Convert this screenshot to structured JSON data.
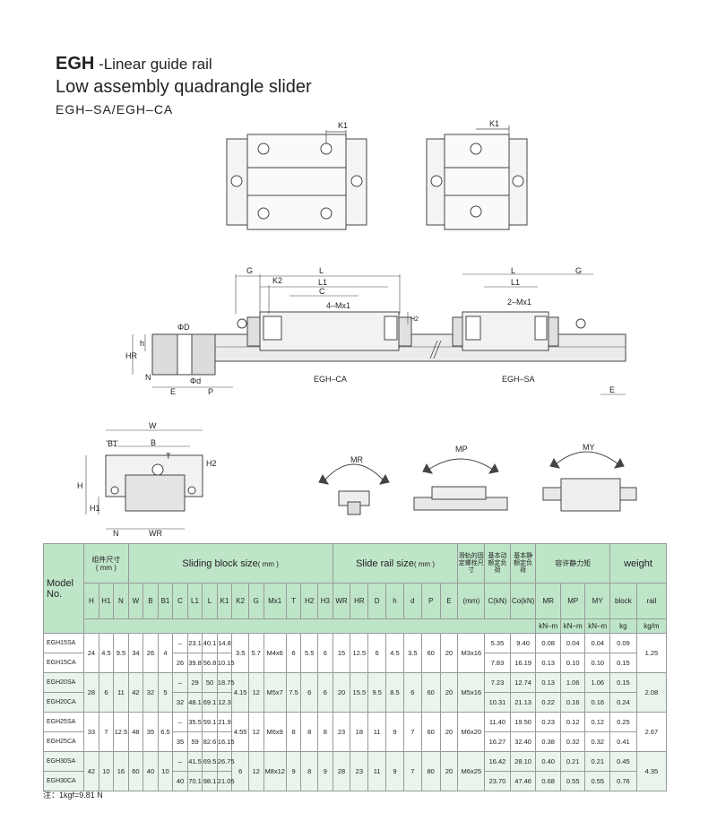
{
  "header": {
    "model": "EGH",
    "model_desc": " -Linear guide rail",
    "subtitle": "Low assembly quadrangle slider",
    "codes": "EGH–SA/EGH–CA"
  },
  "drawing": {
    "top_view_label_1": "K1",
    "top_view_label_2": "K1",
    "side": {
      "g_left": "G",
      "k2": "K2",
      "l": "L",
      "l1": "L1",
      "c": "C",
      "mx_ca": "4–Mx1",
      "h2": "H2",
      "phi_D": "ΦD",
      "h": "h",
      "hr": "HR",
      "phi_d": "Φd",
      "n": "N",
      "e_left": "E",
      "p": "P",
      "ca": "EGH–CA",
      "l_r": "L",
      "l1_r": "L1",
      "mx_sa": "2–Mx1",
      "g_right": "G",
      "sa": "EGH–SA",
      "e_right": "E"
    },
    "front": {
      "w": "W",
      "b1": "B1",
      "b": "B",
      "t": "T",
      "h2": "H2",
      "h": "H",
      "h1": "H1",
      "n": "N",
      "wr": "WR"
    },
    "moments": {
      "mr": "MR",
      "mp": "MP",
      "my": "MY"
    }
  },
  "table": {
    "h_model": "Model\nNo.",
    "h_assembly_cn": "组件尺寸",
    "h_assembly_unit": "( mm )",
    "h_sliding": "Sliding block size",
    "h_sliding_unit": "( mm )",
    "h_rail": "Slide rail size",
    "h_rail_unit": "( mm )",
    "h_bolt_cn": "滑轨的固定螺栓尺寸",
    "h_dyn_cn": "基本动额定负荷",
    "h_static_cn": "基本静额定负荷",
    "h_moment_cn": "容许静力矩",
    "h_weight": "weight",
    "h_block": "block",
    "h_rail_w": "rail",
    "sub_cols": [
      "H",
      "H1",
      "N",
      "W",
      "B",
      "B1",
      "C",
      "L1",
      "L",
      "K1",
      "K2",
      "G",
      "Mx1",
      "T",
      "H2",
      "H3",
      "WR",
      "HR",
      "D",
      "h",
      "d",
      "P",
      "E",
      "(mm)",
      "C(kN)",
      "Co(kN)",
      "MR",
      "MP",
      "MY"
    ],
    "units": {
      "moment": "kN–m",
      "block": "kg",
      "rail": "kg/m"
    },
    "rows": [
      {
        "model": "EGH15SA",
        "H": "24",
        "H1": "4.5",
        "N": "9.5",
        "W": "34",
        "B": "26",
        "B1": "4",
        "C": "–",
        "L1": "23.1",
        "L": "40.1",
        "K1": "14.8",
        "K2": "3.5",
        "G": "5.7",
        "Mx": "M4x6",
        "T": "6",
        "H2": "5.5",
        "H3": "6",
        "WR": "15",
        "HR": "12.5",
        "D": "6",
        "h": "4.5",
        "d": "3.5",
        "P": "60",
        "E": "20",
        "bolt": "M3x16",
        "C_kN": "5.35",
        "Co_kN": "9.40",
        "MR": "0.08",
        "MP": "0.04",
        "MY": "0.04",
        "block": "0.09",
        "rail": "1.25"
      },
      {
        "model": "EGH15CA",
        "C": "26",
        "L1": "39.8",
        "L": "56.8",
        "K1": "10.15",
        "C_kN": "7.83",
        "Co_kN": "16.19",
        "MR": "0.13",
        "MP": "0.10",
        "MY": "0.10",
        "block": "0.15"
      },
      {
        "model": "EGH20SA",
        "H": "28",
        "H1": "6",
        "N": "11",
        "W": "42",
        "B": "32",
        "B1": "5",
        "C": "–",
        "L1": "29",
        "L": "50",
        "K1": "18.75",
        "K2": "4.15",
        "G": "12",
        "Mx": "M5x7",
        "T": "7.5",
        "H2": "6",
        "H3": "6",
        "WR": "20",
        "HR": "15.5",
        "D": "9.5",
        "h": "8.5",
        "d": "6",
        "P": "60",
        "E": "20",
        "bolt": "M5x16",
        "C_kN": "7.23",
        "Co_kN": "12.74",
        "MR": "0.13",
        "MP": "1.06",
        "MY": "1.06",
        "block": "0.15",
        "rail": "2.08"
      },
      {
        "model": "EGH20CA",
        "C": "32",
        "L1": "48.1",
        "L": "69.1",
        "K1": "12.3",
        "C_kN": "10.31",
        "Co_kN": "21.13",
        "MR": "0.22",
        "MP": "0.16",
        "MY": "0.16",
        "block": "0.24"
      },
      {
        "model": "EGH25SA",
        "H": "33",
        "H1": "7",
        "N": "12.5",
        "W": "48",
        "B": "35",
        "B1": "6.5",
        "C": "–",
        "L1": "35.5",
        "L": "59.1",
        "K1": "21.9",
        "K2": "4.55",
        "G": "12",
        "Mx": "M6x9",
        "T": "8",
        "H2": "8",
        "H3": "8",
        "WR": "23",
        "HR": "18",
        "D": "11",
        "h": "9",
        "d": "7",
        "P": "60",
        "E": "20",
        "bolt": "M6x20",
        "C_kN": "11.40",
        "Co_kN": "19.50",
        "MR": "0.23",
        "MP": "0.12",
        "MY": "0.12",
        "block": "0.25",
        "rail": "2.67"
      },
      {
        "model": "EGH25CA",
        "C": "35",
        "L1": "59",
        "L": "82.6",
        "K1": "16.15",
        "C_kN": "16.27",
        "Co_kN": "32.40",
        "MR": "0.38",
        "MP": "0.32",
        "MY": "0.32",
        "block": "0.41"
      },
      {
        "model": "EGH30SA",
        "H": "42",
        "H1": "10",
        "N": "16",
        "W": "60",
        "B": "40",
        "B1": "10",
        "C": "–",
        "L1": "41.5",
        "L": "69.5",
        "K1": "26.75",
        "K2": "6",
        "G": "12",
        "Mx": "M8x12",
        "T": "9",
        "H2": "8",
        "H3": "9",
        "WR": "28",
        "HR": "23",
        "D": "11",
        "h": "9",
        "d": "7",
        "P": "80",
        "E": "20",
        "bolt": "M6x25",
        "C_kN": "16.42",
        "Co_kN": "28.10",
        "MR": "0.40",
        "MP": "0.21",
        "MY": "0.21",
        "block": "0.45",
        "rail": "4.35"
      },
      {
        "model": "EGH30CA",
        "C": "40",
        "L1": "70.1",
        "L": "98.1",
        "K1": "21.05",
        "C_kN": "23.70",
        "Co_kN": "47.46",
        "MR": "0.68",
        "MP": "0.55",
        "MY": "0.55",
        "block": "0.76"
      }
    ]
  },
  "note": "注：1kgf=9.81 N"
}
